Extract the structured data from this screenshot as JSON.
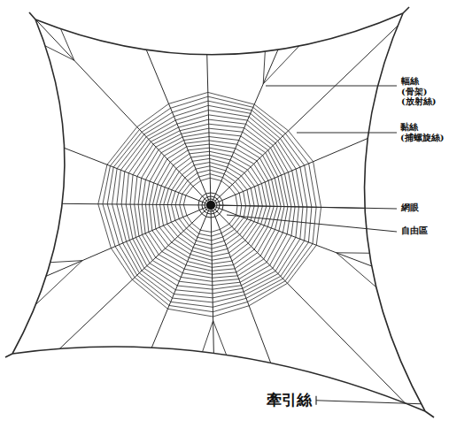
{
  "diagram": {
    "labels": [
      "輻絲 (骨架) (放射絲)",
      "黏絲 (捕螺旋絲)",
      "網眼",
      "自由區",
      "牽引絲"
    ]
  }
}
